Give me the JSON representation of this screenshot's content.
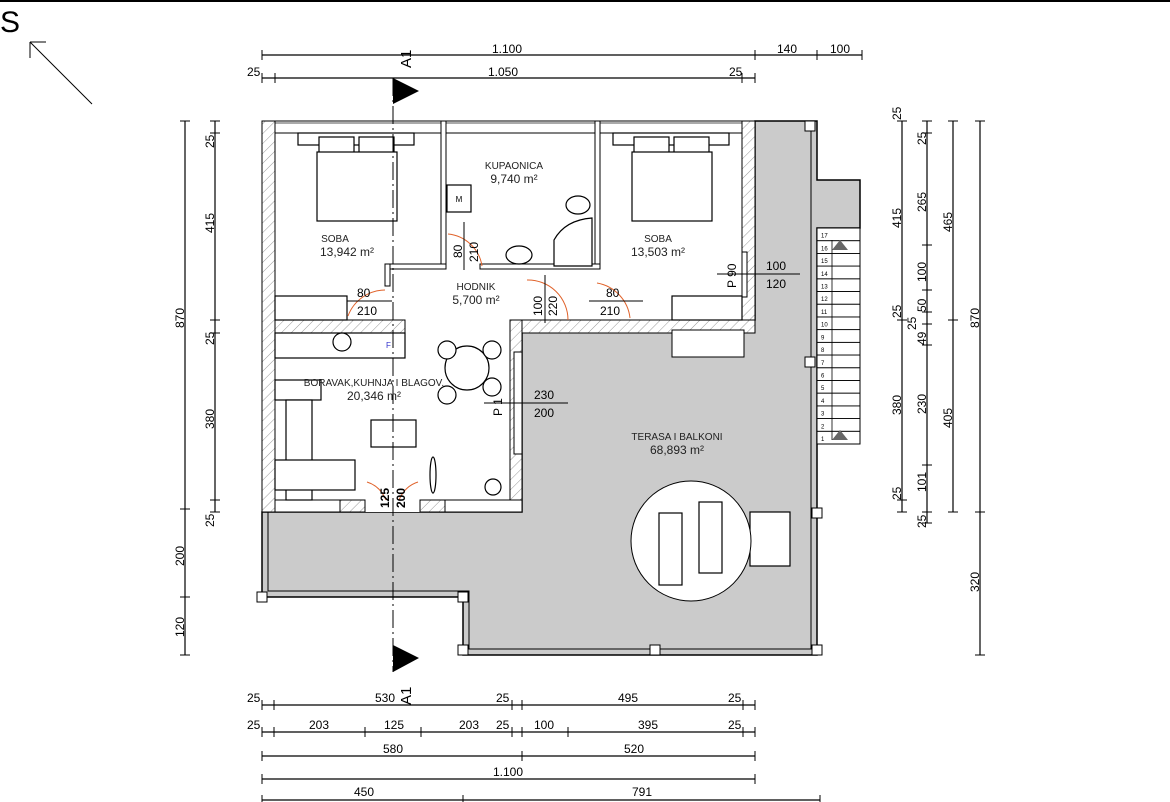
{
  "orientation": {
    "label": "S"
  },
  "section": {
    "label": "A1"
  },
  "rooms": {
    "soba_left": {
      "name": "SOBA",
      "area": "13,942 m²"
    },
    "kupaonica": {
      "name": "KUPAONICA",
      "area": "9,740 m²"
    },
    "soba_right": {
      "name": "SOBA",
      "area": "13,503 m²"
    },
    "hodnik": {
      "name": "HODNIK",
      "area": "5,700 m²"
    },
    "boravak": {
      "name": "BORAVAK,KUHNJA I BLAGOV.",
      "area": "20,346 m²"
    },
    "terasa": {
      "name": "TERASA I BALKONI",
      "area": "68,893 m²"
    }
  },
  "openings": {
    "door_soba_left": {
      "w": "80",
      "h": "210"
    },
    "door_bath": {
      "w": "80",
      "h": "210"
    },
    "door_hall": {
      "w": "100",
      "h": "220"
    },
    "door_soba_right": {
      "w": "80",
      "h": "210"
    },
    "window_soba_right": {
      "sill": "P 90",
      "w": "100",
      "h": "120"
    },
    "window_living": {
      "sill": "P 1",
      "w": "230",
      "h": "200"
    },
    "entrance": {
      "w": "125",
      "h": "200"
    }
  },
  "fixtures": {
    "washer": "M",
    "fridge": "F"
  },
  "stairs": {
    "steps": [
      "17",
      "16",
      "15",
      "14",
      "13",
      "12",
      "11",
      "10",
      "9",
      "8",
      "7",
      "6",
      "5",
      "4",
      "3",
      "2",
      "1"
    ]
  },
  "dims_top": {
    "row1": [
      "1.100",
      "140",
      "100"
    ],
    "row2": [
      "25",
      "1.050",
      "25"
    ]
  },
  "dims_left": {
    "outer": [
      "870",
      "200",
      "120"
    ],
    "inner": [
      "25",
      "415",
      "25",
      "380",
      "25"
    ]
  },
  "dims_right": {
    "col1": [
      "25",
      "415",
      "25",
      "380",
      "25"
    ],
    "col2": [
      "25",
      "265",
      "100",
      "50",
      "25",
      "49",
      "230",
      "101",
      "25"
    ],
    "col3": [
      "465",
      "405"
    ],
    "col4": [
      "870",
      "320"
    ]
  },
  "dims_bottom": {
    "row1": [
      "25",
      "530",
      "25",
      "495",
      "25"
    ],
    "row2": [
      "25",
      "203",
      "125",
      "203",
      "25",
      "100",
      "395",
      "25"
    ],
    "row3": [
      "580",
      "520"
    ],
    "row4": [
      "1.100"
    ],
    "row5": [
      "450",
      "791"
    ]
  }
}
